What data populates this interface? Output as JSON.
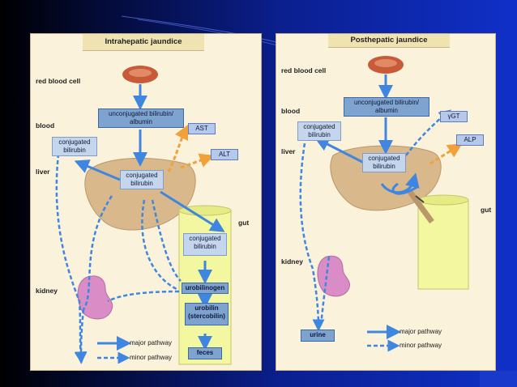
{
  "left": {
    "title": "Intrahepatic jaundice",
    "labels": {
      "red_blood_cell": "red blood cell",
      "blood": "blood",
      "liver": "liver",
      "gut": "gut",
      "kidney": "kidney"
    },
    "boxes": {
      "unconjugated_line1": "unconjugated bilirubin/",
      "unconjugated_line2": "albumin",
      "conj_blood_line1": "conjugated",
      "conj_blood_line2": "bilirubin",
      "conj_liver_line1": "conjugated",
      "conj_liver_line2": "bilirubin",
      "conj_gut_line1": "conjugated",
      "conj_gut_line2": "bilirubin",
      "ast": "AST",
      "alt": "ALT",
      "urobilinogen": "urobilinogen",
      "urobilin_line1": "urobilin",
      "urobilin_line2": "(stercobilin)",
      "feces": "feces"
    },
    "legend": {
      "major": "major pathway",
      "minor": "minor pathway"
    }
  },
  "right": {
    "title": "Posthepatic jaundice",
    "labels": {
      "red_blood_cell": "red blood cell",
      "blood": "blood",
      "liver": "liver",
      "gut": "gut",
      "kidney": "kidney"
    },
    "boxes": {
      "unconjugated_line1": "unconjugated bilirubin/",
      "unconjugated_line2": "albumin",
      "conj_blood_line1": "conjugated",
      "conj_blood_line2": "bilirubin",
      "conj_liver_line1": "conjugated",
      "conj_liver_line2": "bilirubin",
      "ygt": "γGT",
      "alp": "ALP",
      "urine": "urine"
    },
    "legend": {
      "major": "major pathway",
      "minor": "minor pathway"
    }
  },
  "colors": {
    "arrow_blue": "#3f86e0",
    "arrow_orange": "#f0a13a",
    "liver": "#d9b98c",
    "gut": "#f3f7a0",
    "kidney": "#d98cc6",
    "rbc": "#c85a3a",
    "box_fill": "#7fa3cf"
  }
}
